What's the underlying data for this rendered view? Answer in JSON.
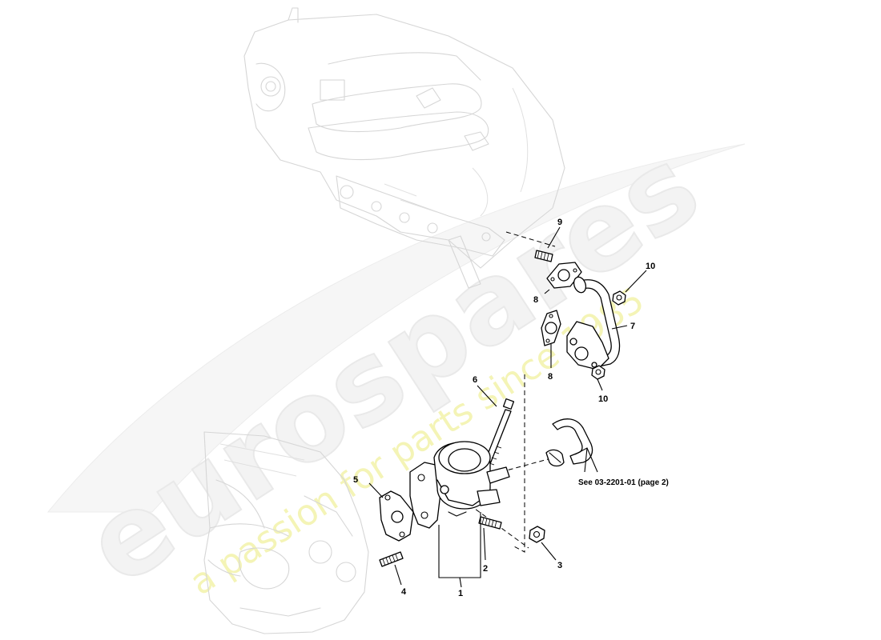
{
  "watermark": {
    "logo_text": "eurospares",
    "tagline": "a passion for parts since 1985"
  },
  "callouts": {
    "c1": "1",
    "c2": "2",
    "c3": "3",
    "c4": "4",
    "c5": "5",
    "c6": "6",
    "c7": "7",
    "c8a": "8",
    "c8b": "8",
    "c9": "9",
    "c10a": "10",
    "c10b": "10"
  },
  "reference_note": "See 03-2201-01 (page 2)",
  "colors": {
    "line": "#000000",
    "ghost_line": "#d6d6d6",
    "watermark_grey": "#f3f3f3",
    "watermark_yellow": "#f4f4b6"
  }
}
